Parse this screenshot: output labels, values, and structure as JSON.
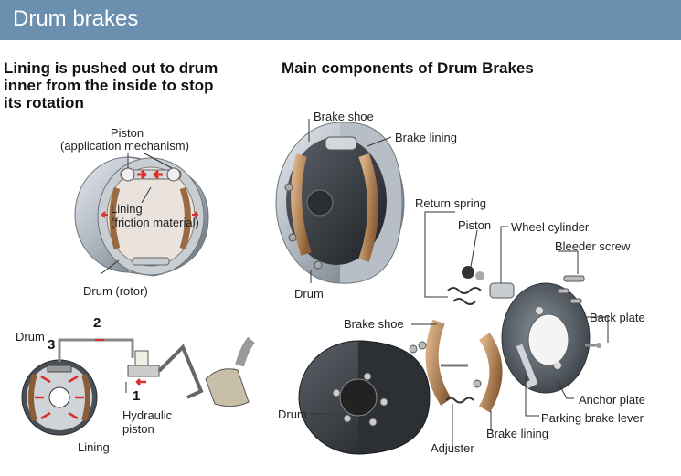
{
  "header": {
    "title": "Drum brakes"
  },
  "left": {
    "subtitle_lines": [
      "Lining is pushed out to drum",
      "inner from the inside to stop",
      "its rotation"
    ],
    "labels": {
      "piston": "Piston",
      "application_mechanism": "(application mechanism)",
      "lining": "Lining",
      "friction_material": "(friction material)",
      "drum_rotor": "Drum (rotor)",
      "drum": "Drum",
      "hydraulic": "Hydraulic",
      "piston_lower": "piston",
      "lining_lower": "Lining"
    },
    "steps": [
      "1",
      "2",
      "3"
    ]
  },
  "right": {
    "subtitle": "Main components of Drum Brakes",
    "labels": {
      "brake_shoe_top": "Brake shoe",
      "brake_lining_top": "Brake lining",
      "return_spring": "Return spring",
      "piston": "Piston",
      "wheel_cylinder": "Wheel cylinder",
      "bleeder_screw": "Bleeder screw",
      "drum_top": "Drum",
      "back_plate": "Back plate",
      "brake_shoe_mid": "Brake shoe",
      "anchor_plate": "Anchor plate",
      "parking_brake_lever": "Parking brake lever",
      "drum_bottom": "Drum",
      "brake_lining_bottom": "Brake lining",
      "adjuster": "Adjuster"
    }
  },
  "colors": {
    "header": "#6b8fae",
    "arrow": "#d9302a",
    "lining": "#b8865a",
    "metal": "#9aa3ad"
  }
}
